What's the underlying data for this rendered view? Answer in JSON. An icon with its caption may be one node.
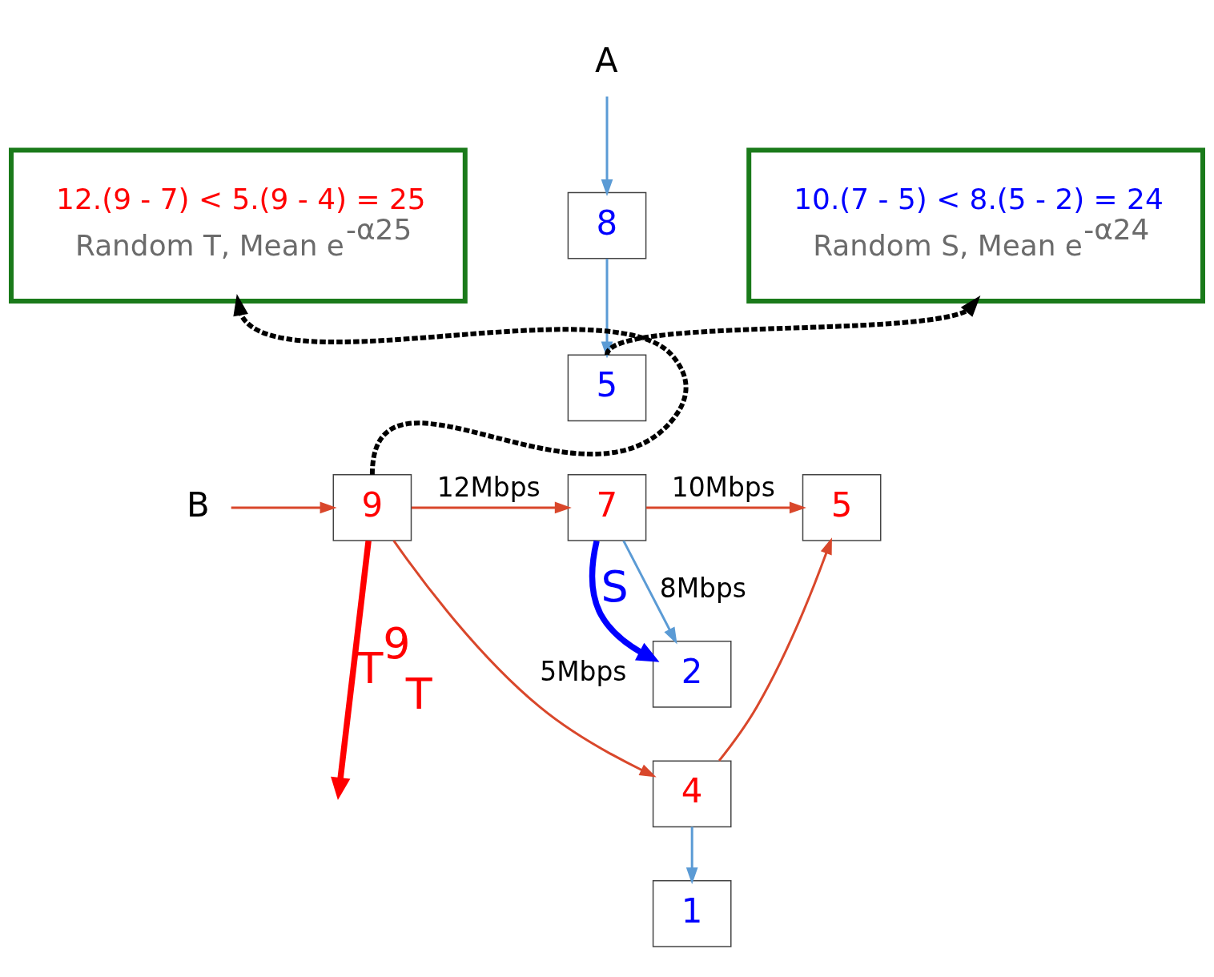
{
  "diagram": {
    "nodes": [
      {
        "text": [
          "A"
        ]
      },
      {
        "text": [
          "8"
        ]
      },
      {
        "text": [
          "5"
        ]
      },
      {
        "text": [
          "7"
        ]
      },
      {
        "text": [
          "B"
        ]
      },
      {
        "text": [
          "9"
        ]
      },
      {
        "text": [
          "5"
        ]
      },
      {
        "text": [
          "2"
        ]
      },
      {
        "text": [
          "4"
        ]
      },
      {
        "text": [
          "1"
        ]
      },
      {
        "text": [
          "12.(9 - 7) < 5.(9 - 4) = 25",
          "Random T, Mean e$^{-α25}$"
        ]
      },
      {
        "text": [
          "10.(7 - 5) < 8.(5 - 2) = 24",
          "Random S, Mean e$^{-α24}$"
        ]
      }
    ],
    "edges": [
      {
        "from": 0,
        "to": 1,
        "arrow": "to",
        "color": "#5b9bd5"
      },
      {
        "from": 1,
        "to": 2,
        "arrow": "to",
        "color": "#5b9bd5"
      },
      {
        "from": 4,
        "to": 5,
        "arrow": "to"
      },
      {
        "from": 5,
        "to": 3,
        "arrow": "to",
        "label": "12Mbps"
      },
      {
        "from": 3,
        "to": 6,
        "arrow": "to",
        "label": "10Mbps"
      },
      {
        "from": 3,
        "to": 7,
        "arrow": "to",
        "label": "8Mbps",
        "color": "#5b9bd5"
      },
      {
        "from": 3,
        "to": 7,
        "arrow": "to",
        "label": "S",
        "style": "thick",
        "color": "#0000ff"
      },
      {
        "from": 5,
        "to": 8,
        "arrow": "to",
        "label": "5Mbps"
      },
      {
        "from": 8,
        "to": 6,
        "arrow": "to"
      },
      {
        "from": 8,
        "to": 9,
        "arrow": "to",
        "color": "#5b9bd5"
      },
      {
        "from": 5,
        "to": 10,
        "arrow": "to",
        "style": "dashed",
        "color": "#000000"
      },
      {
        "from": 2,
        "to": 11,
        "arrow": "to",
        "style": "dashed",
        "color": "#000000"
      },
      {
        "from": 5,
        "to": null,
        "arrow": "to",
        "label": "T$^{9}$$_{T}$",
        "style": "thick",
        "color": "#ff0000"
      }
    ]
  }
}
